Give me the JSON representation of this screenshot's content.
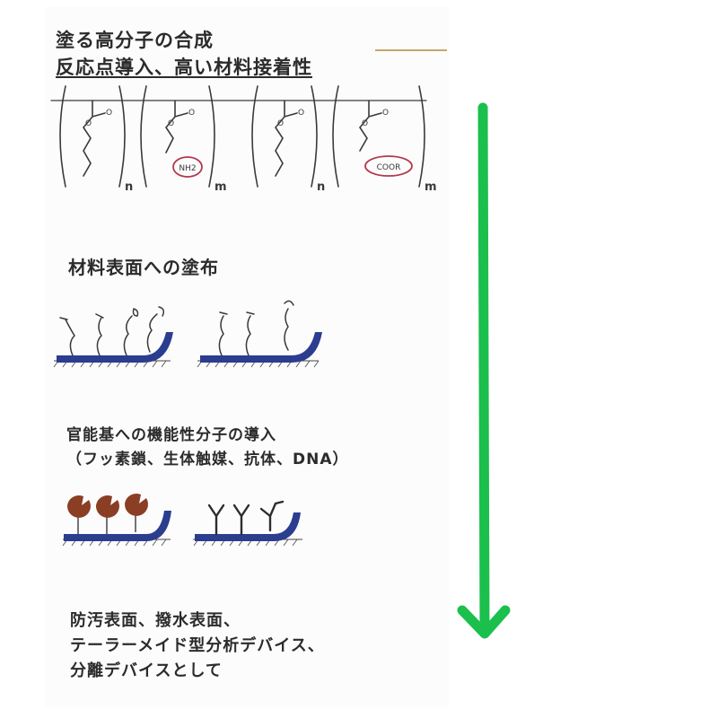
{
  "sections": {
    "synthesis": {
      "title": "塗る高分子の合成",
      "subtitle": "反応点導入、高い材料接着性",
      "subscripts": [
        "n",
        "m",
        "n",
        "m"
      ],
      "group_labels": [
        "NH2",
        "COOR"
      ]
    },
    "coating": {
      "title": "材料表面への塗布"
    },
    "functionalization": {
      "line1": "官能基への機能性分子の導入",
      "line2": "（フッ素鎖、生体触媒、抗体、DNA）"
    },
    "applications": {
      "line1": "防汚表面、撥水表面、",
      "line2": "テーラーメイド型分析デバイス、",
      "line3": "分離デバイスとして"
    }
  },
  "arrow": {
    "color": "#1bbf4c",
    "direction": "down"
  },
  "colors": {
    "substrate": "#2b3d8f",
    "enzyme": "#8a3e24",
    "label_ellipse": "#b03a4f",
    "ink": "#3a3a3a"
  }
}
